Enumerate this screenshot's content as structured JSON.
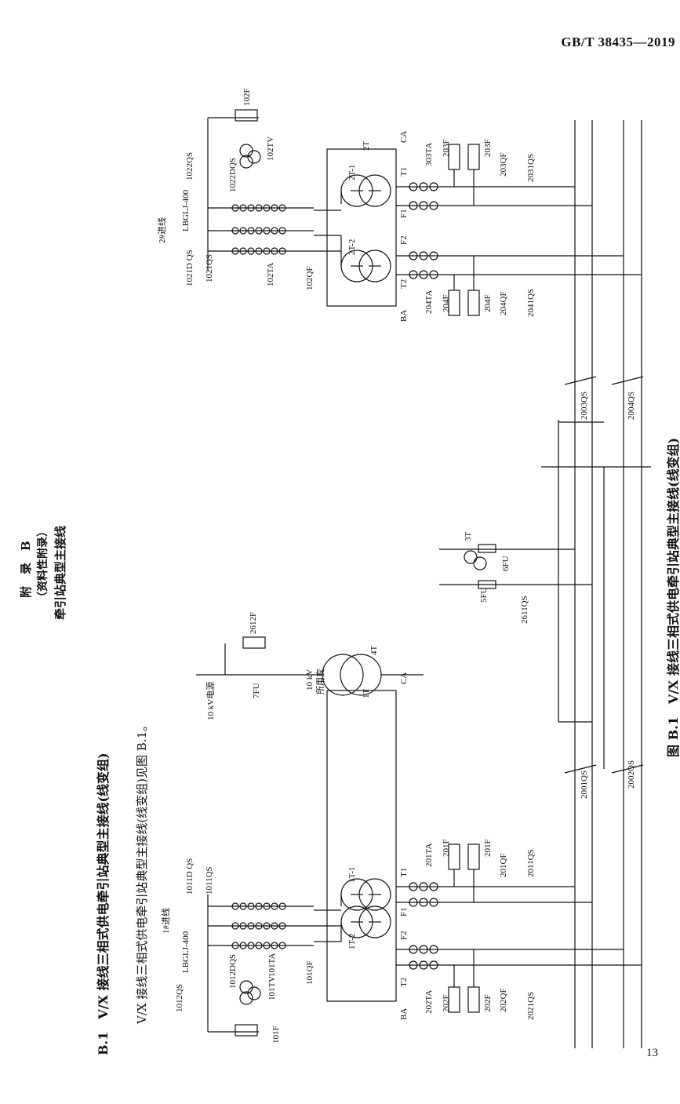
{
  "header": {
    "standard": "GB/T 38435—2019"
  },
  "page_number": "13",
  "appendix": {
    "title": "附　录　B",
    "subtitle": "（资料性附录）",
    "heading": "牵引站典型主接线"
  },
  "section": {
    "heading": "B.1　V/X 接线三相式供电牵引站典型主接线(线变组)",
    "body": "V/X 接线三相式供电牵引站典型主接线(线变组)见图 B.1。"
  },
  "figure": {
    "caption": "图 B.1　V/X 接线三相式供电牵引站典型主接线(线变组)"
  },
  "labels": {
    "line1": "1#进线",
    "line2": "2#进线",
    "cable1": "LBGLJ-400",
    "cable2": "LBGLJ-400",
    "q1011d": "1011D QS",
    "q1011": "1011QS",
    "q1012": "1012QS",
    "q1012d": "1012DQS",
    "tv101": "101TV",
    "f101": "101F",
    "ta101": "101TA",
    "qf101": "101QF",
    "q1021d": "1021D QS",
    "q1021": "1021QS",
    "q1022": "1022QS",
    "q1022d": "1022DQS",
    "tv102": "102TV",
    "f102": "102F",
    "ta102": "102TA",
    "qf102": "102QF",
    "t1": "1T",
    "t1a": "1T-1",
    "t1b": "1T-2",
    "t2": "2T",
    "t2a": "2T-1",
    "t2b": "2T-2",
    "ca": "CA",
    "ba": "BA",
    "ca2": "CA",
    "ba2": "BA",
    "T1": "T1",
    "F1": "F1",
    "F2": "F2",
    "T2": "T2",
    "T1b": "T1",
    "F1b": "F1",
    "F2b": "F2",
    "T2b": "T2",
    "ta201": "201TA",
    "f201a": "201F",
    "f201b": "201F",
    "qf201": "201QF",
    "qs2011": "2011QS",
    "ta202": "202TA",
    "f202a": "202F",
    "f202b": "202F",
    "qf202": "202QF",
    "qs2021": "2021QS",
    "ta303": "303TA",
    "f203a": "203F",
    "f203b": "203F",
    "qf203": "203QF",
    "qs2031": "2031QS",
    "ta204": "204TA",
    "f204a": "204F",
    "f204b": "204F",
    "qf204": "204QF",
    "qs2041": "2041QS",
    "qs2001": "2001QS",
    "qs2002": "2002QS",
    "qs2003": "2003QS",
    "qs2004": "2004QS",
    "src10": "10 kV电源",
    "fu7": "7FU",
    "f2612": "2612F",
    "tr_line1": "10 kV",
    "tr_line2": "所用变",
    "t4": "4T",
    "t3": "3T",
    "fu5": "5FU",
    "fu6": "6FU",
    "qs2611": "2611QS"
  }
}
